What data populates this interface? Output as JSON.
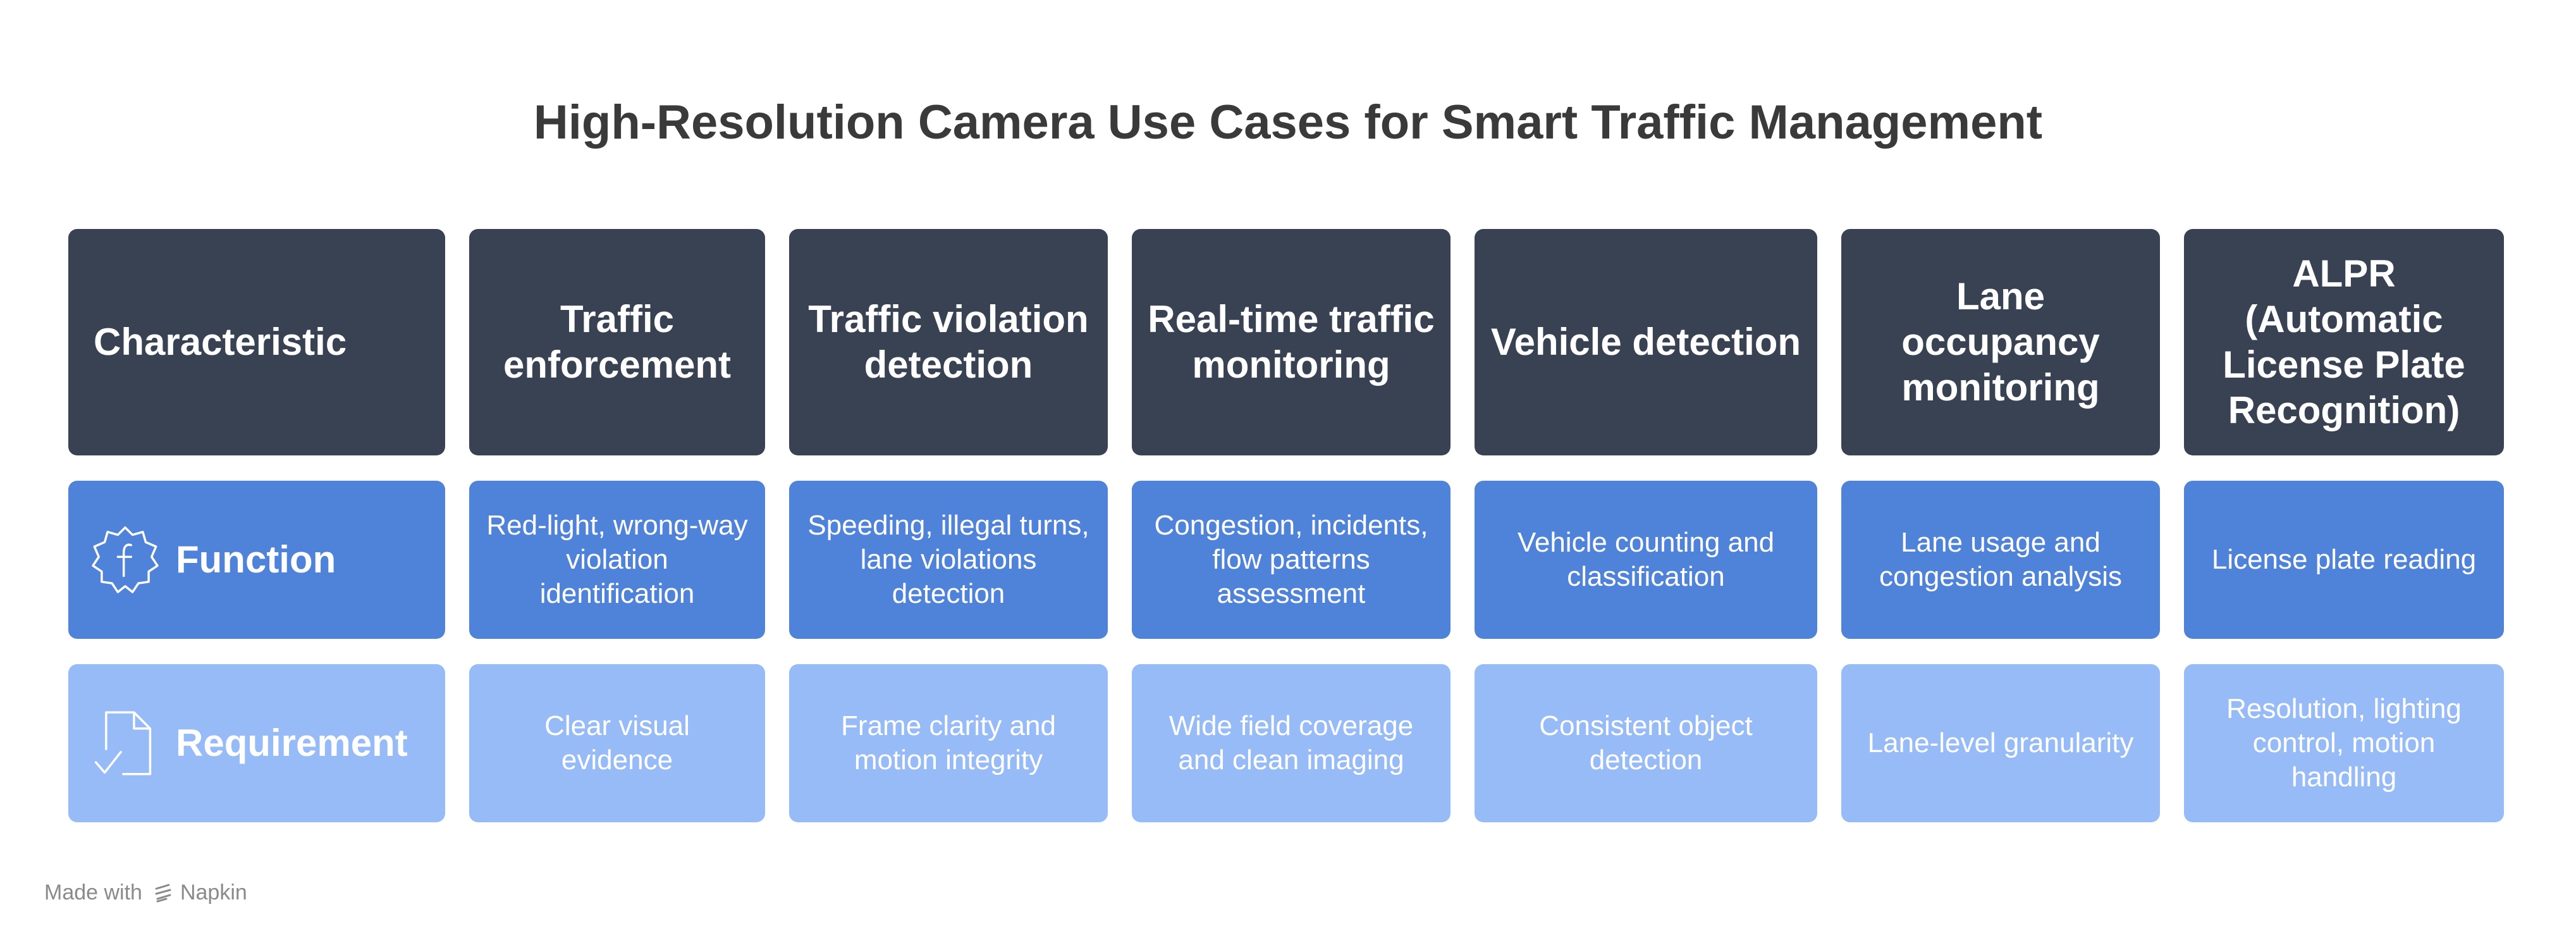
{
  "title": "High-Resolution Camera Use Cases for Smart Traffic Management",
  "columns": [
    "Characteristic",
    "Traffic enforcement",
    "Traffic violation detection",
    "Real-time traffic monitoring",
    "Vehicle detection",
    "Lane occupancy monitoring",
    "ALPR (Automatic License Plate Recognition)"
  ],
  "rows": [
    {
      "label": "Function",
      "icon": "function-icon",
      "cells": [
        "Red-light, wrong-way violation identification",
        "Speeding, illegal turns, lane violations detection",
        "Congestion, incidents, flow patterns assessment",
        "Vehicle counting and classification",
        "Lane usage and congestion analysis",
        "License plate reading"
      ]
    },
    {
      "label": "Requirement",
      "icon": "document-check-icon",
      "cells": [
        "Clear visual evidence",
        "Frame clarity and motion integrity",
        "Wide field coverage and clean imaging",
        "Consistent object detection",
        "Lane-level granularity",
        "Resolution, lighting control, motion handling"
      ]
    }
  ],
  "colors": {
    "header": "#394252",
    "function_row": "#4f82d9",
    "requirement_row": "#96bbf7",
    "title_text": "#3a3a3a"
  },
  "footer": {
    "prefix": "Made with",
    "brand": "Napkin"
  }
}
